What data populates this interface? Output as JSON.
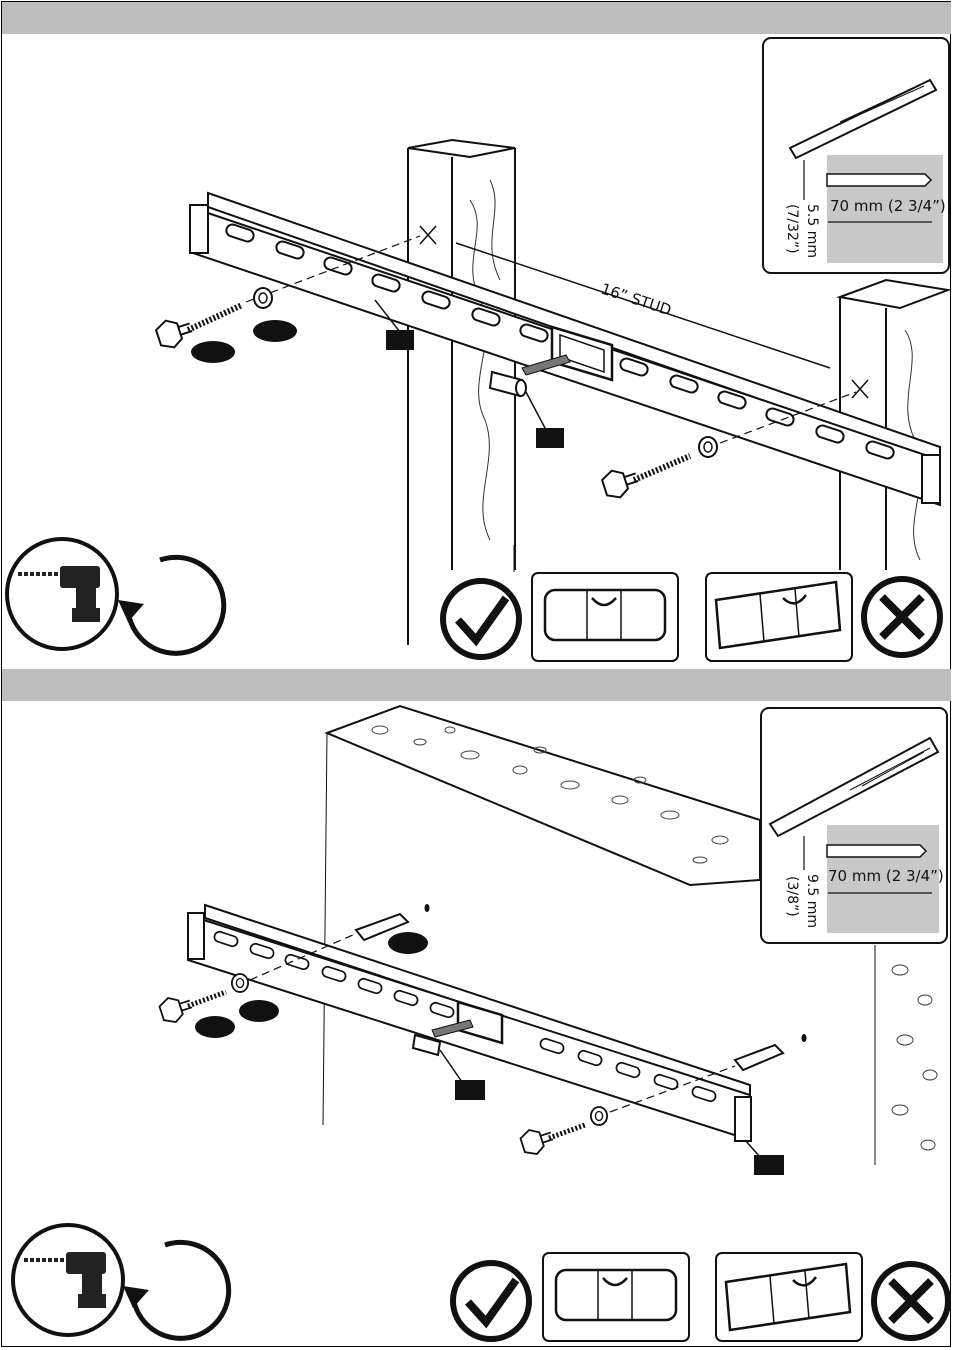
{
  "step1": {
    "stud_label": "16” STUD",
    "inset": {
      "depth_label": "70 mm (2 3/4”)",
      "diameter_mm": "5.5 mm",
      "diameter_in": "(7/32”)"
    }
  },
  "step2": {
    "inset": {
      "depth_label": "70 mm (2 3/4”)",
      "diameter_mm": "9.5 mm",
      "diameter_in": "(3/8”)"
    }
  },
  "icons": {
    "drill": "drill-icon",
    "rotate": "rotate-counterclockwise-icon",
    "correct": "checkmark-icon",
    "incorrect": "x-mark-icon",
    "level": "bubble-level-icon"
  },
  "colors": {
    "band": "#bdbdbd",
    "wall_gray": "#c8c8c8",
    "ink": "#111111"
  }
}
